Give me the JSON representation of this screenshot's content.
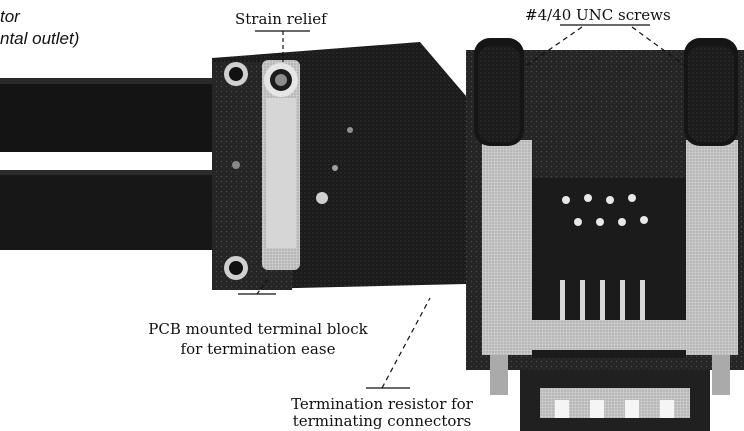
{
  "labels": {
    "top_left_line1": "tor",
    "top_left_line2": "ntal outlet)",
    "strain_relief": "Strain relief",
    "screws": "#4/40 UNC screws",
    "terminal_block_line1": "PCB mounted terminal block",
    "terminal_block_line2": "for termination ease",
    "resistor_line1": "Termination resistor for",
    "resistor_line2": "terminating connectors"
  },
  "colors": {
    "photo_dark": "#0d0d0d",
    "cable": "#161616",
    "metal": "#bdbdbd",
    "metal_light": "#d9d9d9",
    "pcb": "#1e1e1e"
  }
}
